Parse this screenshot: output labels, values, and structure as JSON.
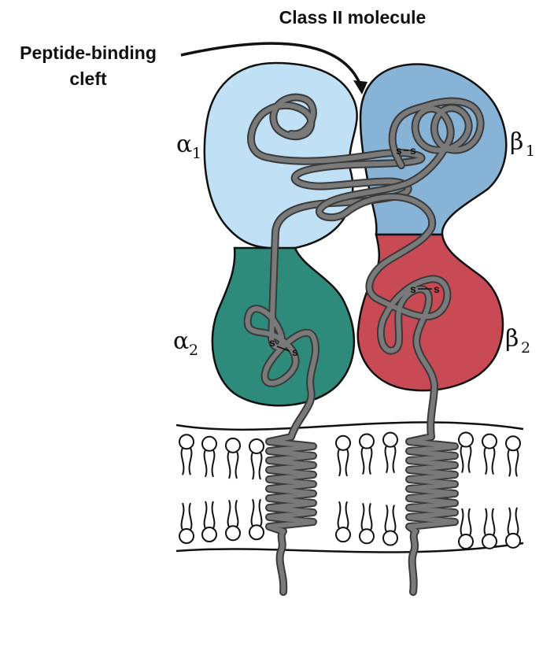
{
  "diagram": {
    "title": "Class II molecule",
    "cleft_label_line1": "Peptide-binding",
    "cleft_label_line2": "cleft",
    "domains": {
      "alpha1": {
        "letter": "α",
        "sub": "1",
        "color": "#bfe0f5"
      },
      "beta1": {
        "letter": "β",
        "sub": "1",
        "color": "#86b3d6"
      },
      "alpha2": {
        "letter": "α",
        "sub": "2",
        "color": "#2e8a7a"
      },
      "beta2": {
        "letter": "β",
        "sub": "2",
        "color": "#c84a55"
      }
    },
    "disulfide_label": "s",
    "colors": {
      "chain": "#7a7a7a",
      "chain_outline": "#3a3a3a",
      "membrane_head": "#ffffff",
      "outline": "#111111"
    }
  }
}
